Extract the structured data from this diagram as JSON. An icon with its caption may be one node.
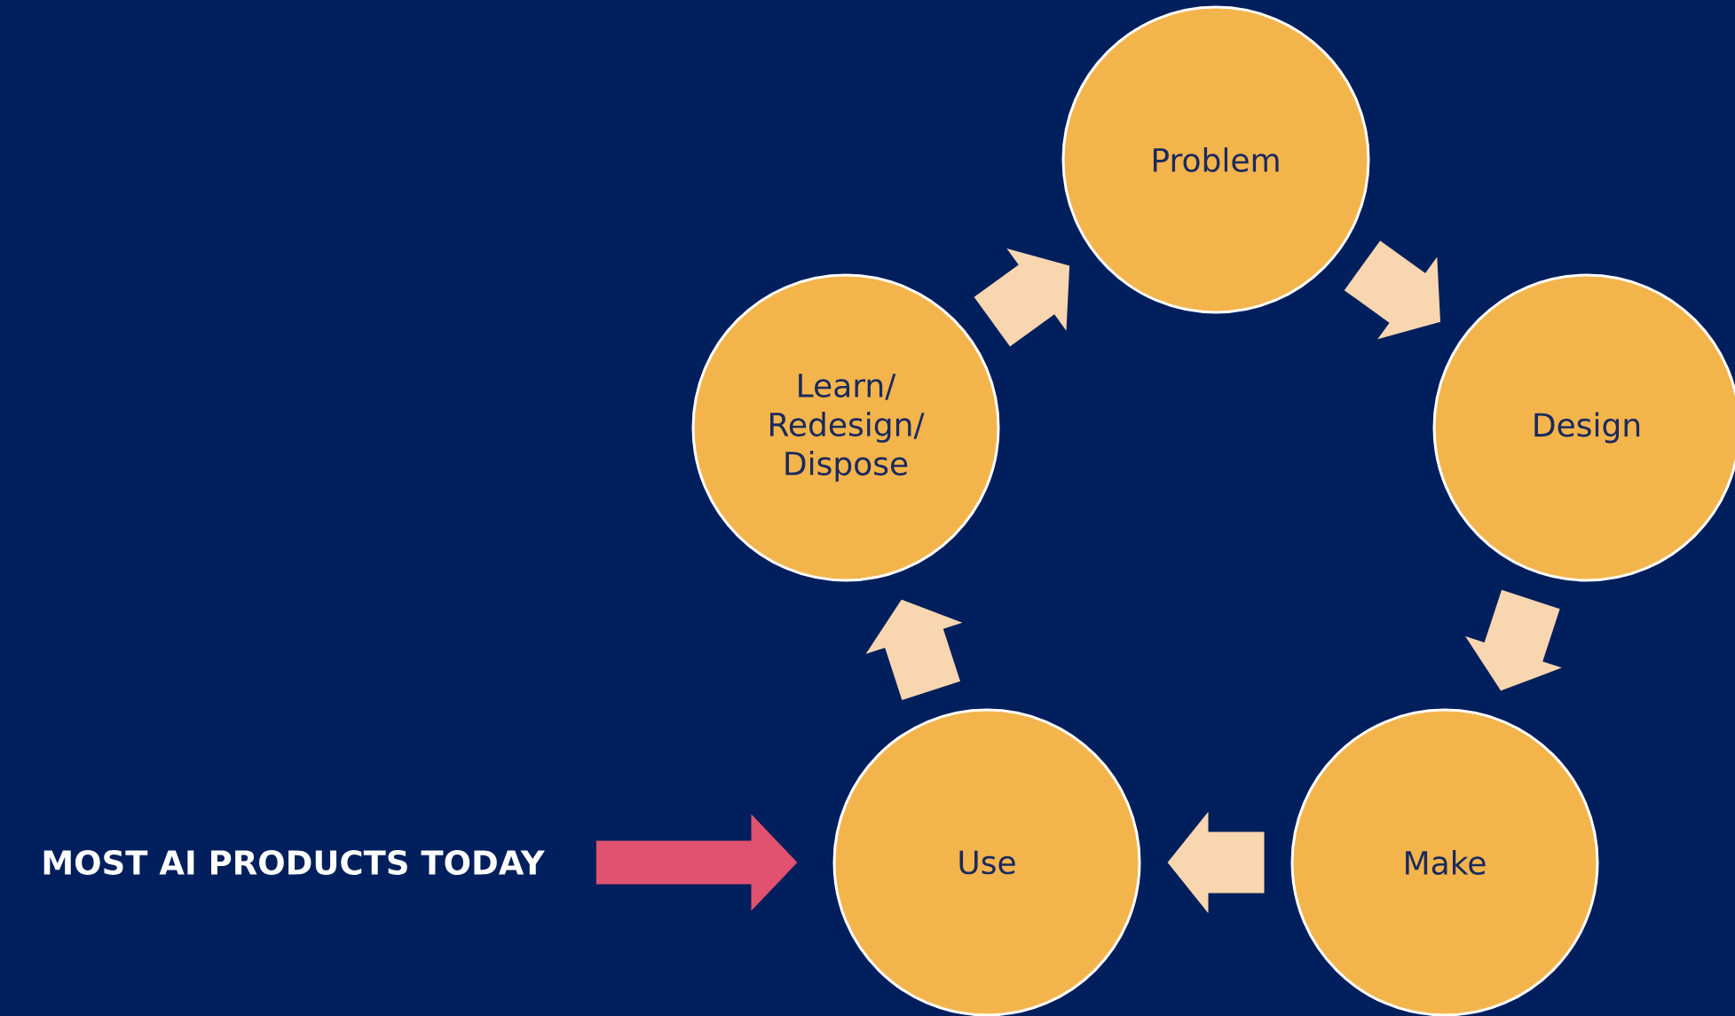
{
  "diagram": {
    "nodes": [
      {
        "text": [
          "Problem"
        ]
      },
      {
        "text": [
          "Design"
        ]
      },
      {
        "text": [
          "Make"
        ]
      },
      {
        "text": [
          "Use"
        ]
      },
      {
        "text": [
          "Learn/ Redesign/ Dispose"
        ]
      },
      {
        "text": [
          "MOST AI PRODUCTS TODAY"
        ]
      }
    ],
    "edges": [
      {
        "from": 0,
        "to": 1,
        "arrow": "to"
      },
      {
        "from": 1,
        "to": 2,
        "arrow": "to"
      },
      {
        "from": 2,
        "to": 3,
        "arrow": "to"
      },
      {
        "from": 3,
        "to": 4,
        "arrow": "to"
      },
      {
        "from": 4,
        "to": 0,
        "arrow": "to"
      },
      {
        "from": 5,
        "to": 3,
        "arrow": "to",
        "color": "#e0526f"
      }
    ]
  }
}
